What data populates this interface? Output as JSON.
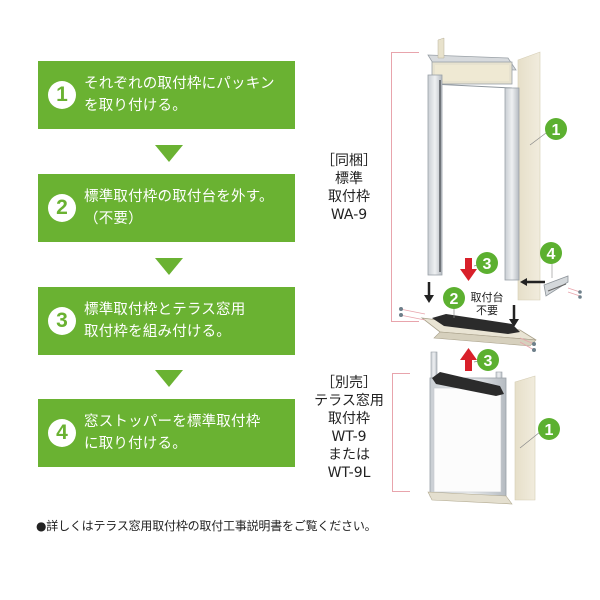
{
  "steps": [
    {
      "number": "1",
      "text": "それぞれの取付枠にパッキン\nを取り付ける。"
    },
    {
      "number": "2",
      "text": "標準取付枠の取付台を外す。\n（不要）"
    },
    {
      "number": "3",
      "text": "標準取付枠とテラス窓用\n取付枠を組み付ける。"
    },
    {
      "number": "4",
      "text": "窓ストッパーを標準取付枠\nに取り付ける。"
    }
  ],
  "labels": {
    "standard_frame": "［同梱］\n標準\n取付枠\nWA-9",
    "terrace_frame": "［別売］\nテラス窓用\n取付枠\nWT-9\nまたは\nWT-9L"
  },
  "callouts": {
    "packing_top": "1",
    "packing_bottom": "1",
    "mount_base": "2",
    "mount_base_label": "取付台\n不要",
    "assemble_down": "3",
    "assemble_up": "3",
    "stopper": "4"
  },
  "note": "●詳しくはテラス窓用取付枠の取付工事説明書をご覧ください。",
  "colors": {
    "step_green": "#6ab232",
    "callout_green": "#5cb030",
    "bracket_pink": "#e8a4ac",
    "arrow_red": "#d8202a",
    "frame_beige": "#ece6d3"
  }
}
